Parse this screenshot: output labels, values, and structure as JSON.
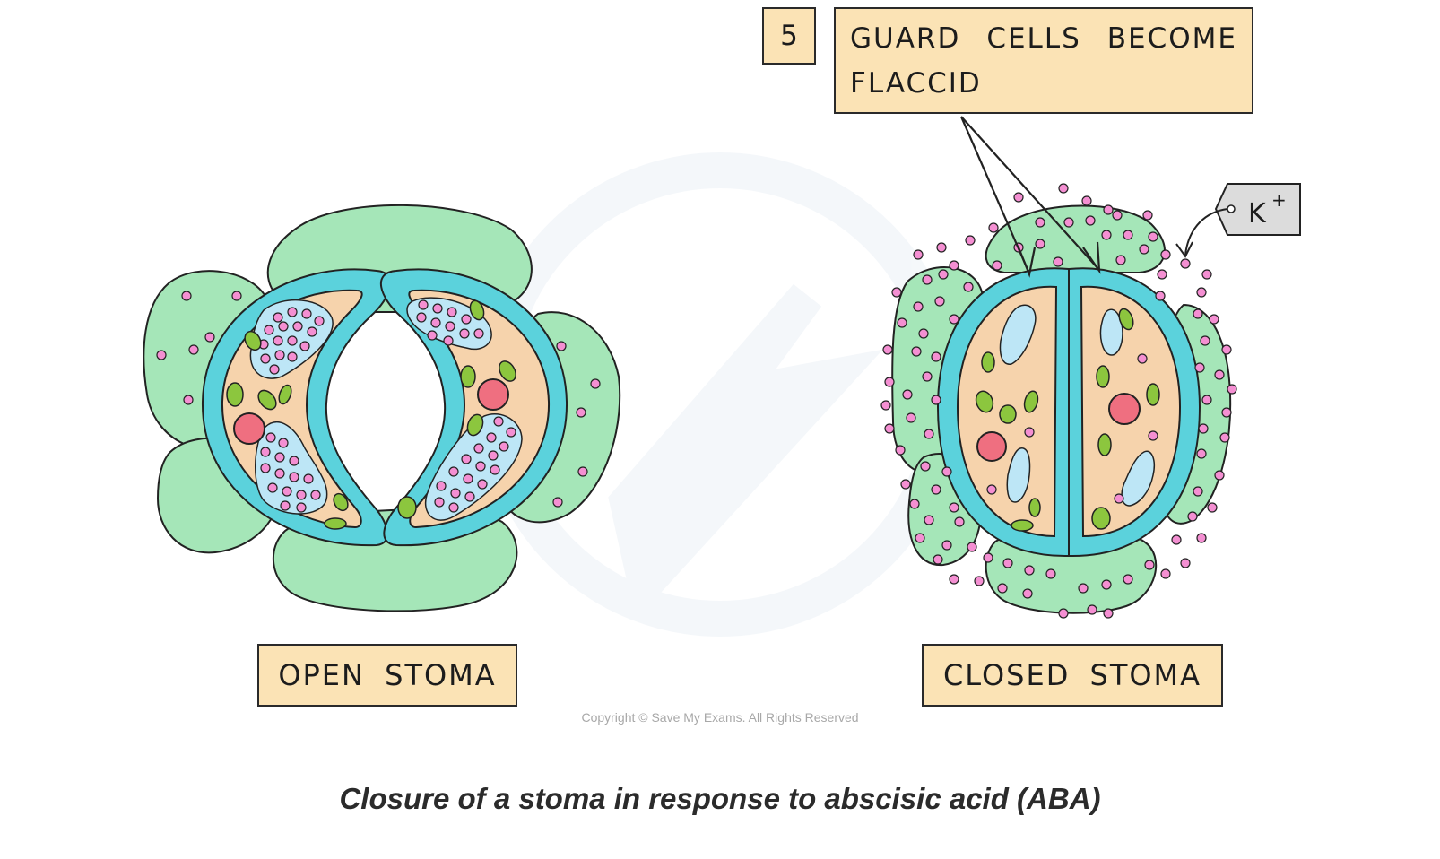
{
  "step_number": "5",
  "guard_cells_label": "GUARD CELLS BECOME FLACCID",
  "ion_label": {
    "symbol": "K",
    "charge": "+"
  },
  "open_label": "OPEN STOMA",
  "closed_label": "CLOSED STOMA",
  "copyright": "Copyright © Save My Exams. All Rights Reserved",
  "caption": "Closure of a stoma in response to abscisic acid (ABA)",
  "colors": {
    "epidermal_cell": "#a5e6b8",
    "guard_cell_wall": "#5bd2dc",
    "cytoplasm": "#f6d3ac",
    "vacuole": "#bde6f6",
    "chloroplast": "#8cc63e",
    "nucleus": "#ef6f80",
    "potassium_ion": "#f48fd2",
    "label_box": "#fbe3b5"
  }
}
